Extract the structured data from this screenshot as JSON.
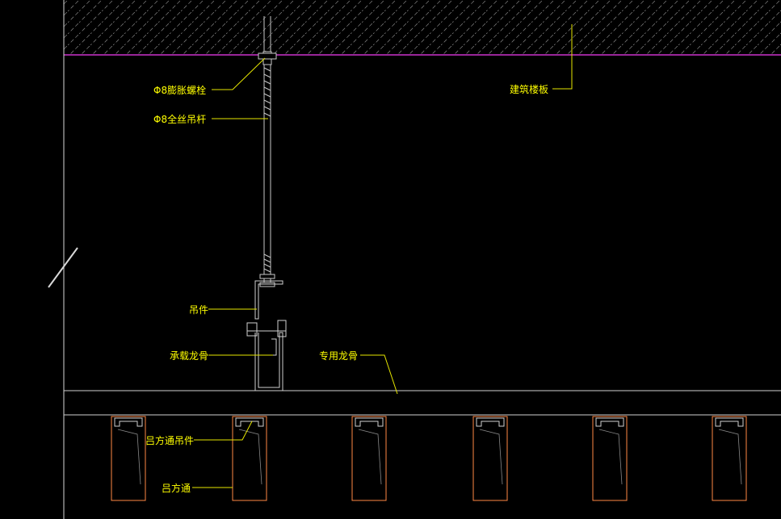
{
  "labels": {
    "expansion_bolt": "Φ8膨胀螺栓",
    "threaded_rod": "Φ8全丝吊杆",
    "building_slab": "建筑楼板",
    "hanger": "吊件",
    "main_keel": "承载龙骨",
    "special_keel": "专用龙骨",
    "tube_hanger": "吕方通吊件",
    "aluminum_tube": "吕方通"
  },
  "colors": {
    "background": "#000000",
    "slab_line": "#cc33cc",
    "label_text": "#ffff00",
    "leader_line": "#e6e600",
    "tube_outline": "#ff8844",
    "steel": "#d0d0d0"
  }
}
